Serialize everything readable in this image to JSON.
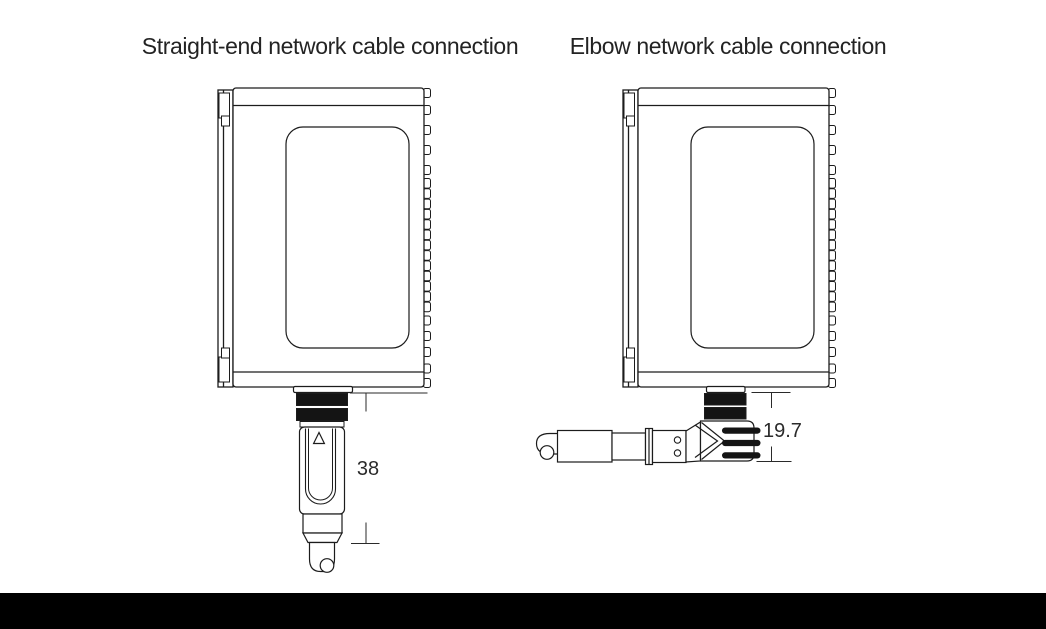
{
  "page": {
    "background": "#ffffff",
    "footer_bar_color": "#000000"
  },
  "figures": {
    "left": {
      "title": "Straight-end network cable connection",
      "dimension": "38",
      "connector_type": "straight"
    },
    "right": {
      "title": "Elbow network cable connection",
      "dimension": "19.7",
      "connector_type": "elbow"
    }
  },
  "drawing": {
    "line_color": "#1c1c1c",
    "connector_band_color": "#141414",
    "dimension_line_color": "#2a2a2a",
    "connector_marker_icon": "triangle-up-icon"
  }
}
